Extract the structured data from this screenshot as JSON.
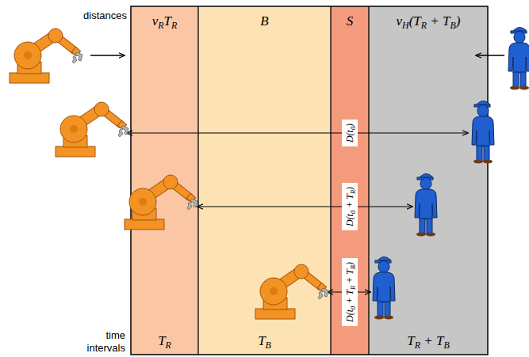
{
  "diagram": {
    "nodes": [
      {
        "text": [
          "vRTR",
          "TR"
        ]
      },
      {
        "text": [
          "B",
          "TB"
        ]
      },
      {
        "text": [
          "S"
        ]
      },
      {
        "text": [
          "vH(TR + TB)",
          "TR + TB"
        ]
      },
      {
        "text": [
          "D(t0)"
        ],
        "in": 2
      },
      {
        "text": [
          "D(t0 + TR)"
        ],
        "in": 2
      },
      {
        "text": [
          "D(t0 + TR + TB)"
        ],
        "in": 2
      }
    ],
    "labels": [
      "distances",
      "time intervals"
    ]
  }
}
